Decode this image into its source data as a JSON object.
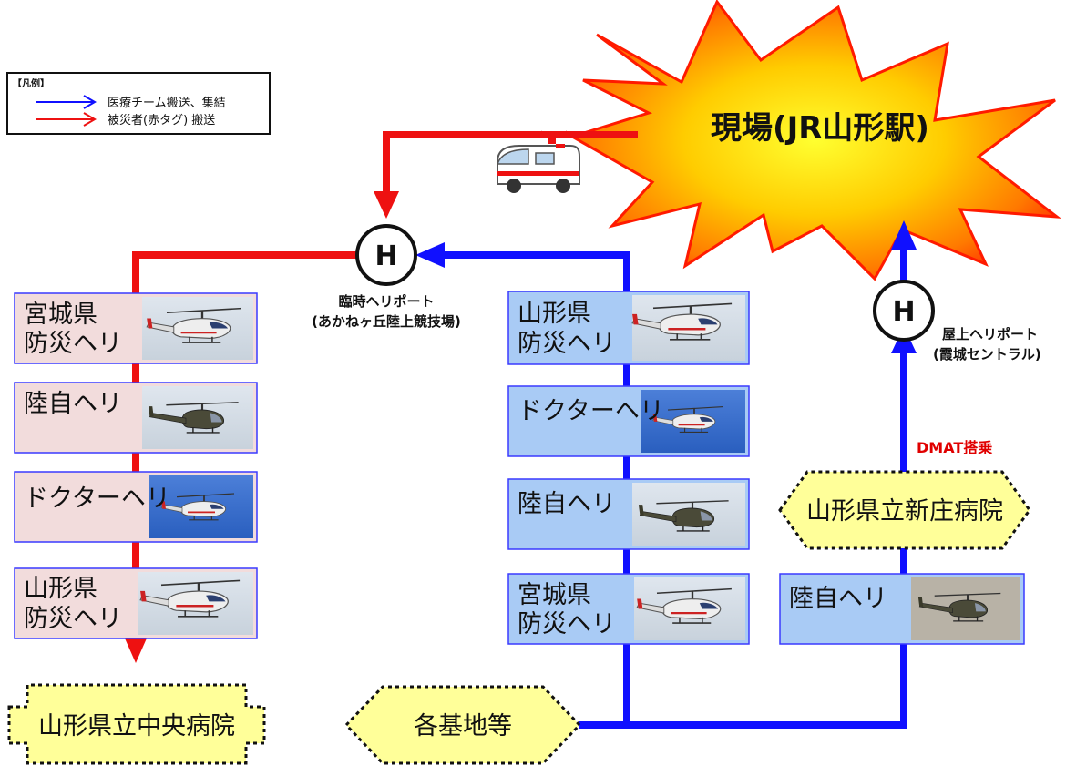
{
  "legend": {
    "title": "【凡例】",
    "items": [
      {
        "label": "医療チーム搬送、集結",
        "color": "#1010ff"
      },
      {
        "label": "被災者(赤タグ) 搬送",
        "color": "#ee1111"
      }
    ]
  },
  "site": {
    "label": "現場(JR山形駅)"
  },
  "heliports": {
    "temporary": {
      "letter": "H",
      "name": "臨時ヘリポート",
      "place": "(あかねヶ丘陸上競技場)"
    },
    "rooftop": {
      "letter": "H",
      "name": "屋上ヘリポート",
      "place": "(霞城セントラル)"
    }
  },
  "left_column": [
    {
      "line1": "宮城県",
      "line2": "防災ヘリ"
    },
    {
      "line1": "陸自ヘリ",
      "line2": ""
    },
    {
      "line1": "ドクターヘリ",
      "line2": ""
    },
    {
      "line1": "山形県",
      "line2": "防災ヘリ"
    }
  ],
  "middle_column": [
    {
      "line1": "山形県",
      "line2": "防災ヘリ"
    },
    {
      "line1": "ドクターヘリ",
      "line2": ""
    },
    {
      "line1": "陸自ヘリ",
      "line2": ""
    },
    {
      "line1": "宮城県",
      "line2": "防災ヘリ"
    }
  ],
  "right_column": [
    {
      "line1": "陸自ヘリ",
      "line2": ""
    }
  ],
  "dmat_note": "DMAT搭乗",
  "hospitals": {
    "central": "山形県立中央病院",
    "shinjo": "山形県立新庄病院",
    "bases": "各基地等"
  },
  "colors": {
    "blue_arrow": "#1010ff",
    "red_arrow": "#ee1111",
    "pink_box": "#f2dcdc",
    "blue_box": "#a9cbf5",
    "hex_fill": "#ffff99",
    "burst_outer": "#ff2a00",
    "burst_inner": "#ffee00"
  }
}
